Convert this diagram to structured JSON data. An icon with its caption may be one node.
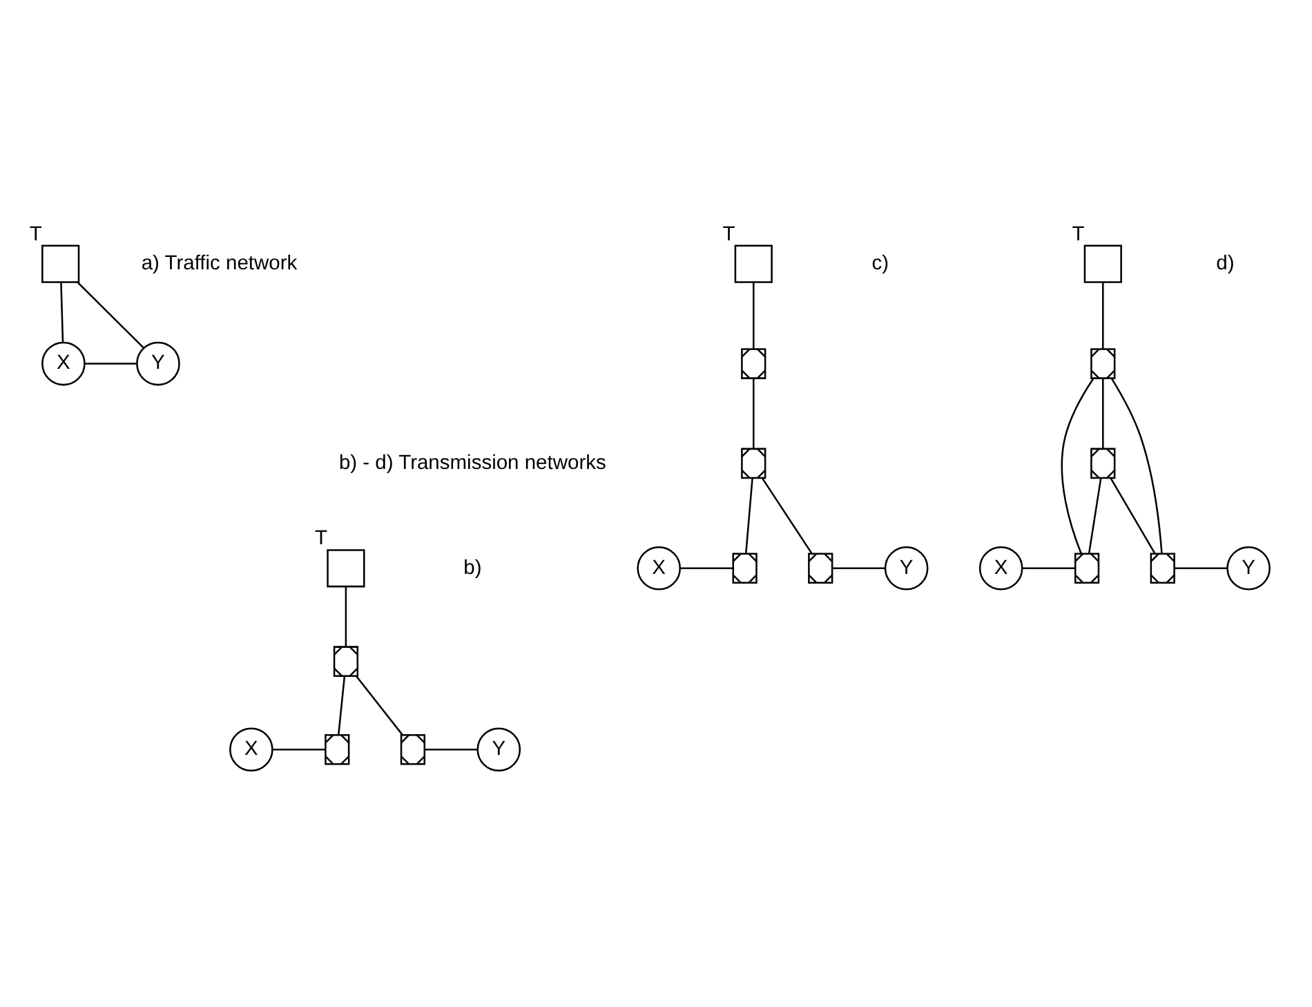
{
  "diagram": {
    "nodes": [
      {
        "text": [
          "T"
        ]
      },
      {
        "text": [
          "X"
        ]
      },
      {
        "text": [
          "Y"
        ]
      },
      {
        "text": [
          "T"
        ]
      },
      {
        "text": [],
        "shape": "box"
      },
      {
        "text": [
          "X"
        ]
      },
      {
        "text": [],
        "shape": "box"
      },
      {
        "text": [],
        "shape": "box"
      },
      {
        "text": [
          "Y"
        ]
      },
      {
        "text": [
          "T"
        ]
      },
      {
        "text": [],
        "shape": "box"
      },
      {
        "text": [],
        "shape": "box"
      },
      {
        "text": [
          "X"
        ]
      },
      {
        "text": [],
        "shape": "box"
      },
      {
        "text": [],
        "shape": "box"
      },
      {
        "text": [
          "Y"
        ]
      },
      {
        "text": [
          "T"
        ]
      },
      {
        "text": [],
        "shape": "box"
      },
      {
        "text": [],
        "shape": "box"
      },
      {
        "text": [
          "X"
        ]
      },
      {
        "text": [],
        "shape": "box"
      },
      {
        "text": [],
        "shape": "box"
      },
      {
        "text": [
          "Y"
        ]
      }
    ],
    "edges": [
      {
        "from": 0,
        "to": 1,
        "arrow": "none"
      },
      {
        "from": 0,
        "to": 2,
        "arrow": "none"
      },
      {
        "from": 1,
        "to": 2,
        "arrow": "none"
      },
      {
        "from": 3,
        "to": 4,
        "arrow": "none"
      },
      {
        "from": 4,
        "to": 6,
        "arrow": "none"
      },
      {
        "from": 4,
        "to": 7,
        "arrow": "none"
      },
      {
        "from": 5,
        "to": 6,
        "arrow": "none"
      },
      {
        "from": 7,
        "to": 8,
        "arrow": "none"
      },
      {
        "from": 9,
        "to": 10,
        "arrow": "none"
      },
      {
        "from": 10,
        "to": 11,
        "arrow": "none"
      },
      {
        "from": 11,
        "to": 13,
        "arrow": "none"
      },
      {
        "from": 11,
        "to": 14,
        "arrow": "none"
      },
      {
        "from": 12,
        "to": 13,
        "arrow": "none"
      },
      {
        "from": 14,
        "to": 15,
        "arrow": "none"
      },
      {
        "from": 16,
        "to": 17,
        "arrow": "none"
      },
      {
        "from": 17,
        "to": 18,
        "arrow": "none"
      },
      {
        "from": 17,
        "to": 20,
        "arrow": "none"
      },
      {
        "from": 17,
        "to": 21,
        "arrow": "none"
      },
      {
        "from": 18,
        "to": 20,
        "arrow": "none"
      },
      {
        "from": 18,
        "to": 21,
        "arrow": "none"
      },
      {
        "from": 19,
        "to": 20,
        "arrow": "none"
      },
      {
        "from": 21,
        "to": 22,
        "arrow": "none"
      }
    ],
    "labels": [
      "a) Traffic network",
      "b) - d) Transmission networks",
      "b)",
      "c)",
      "d)"
    ]
  }
}
